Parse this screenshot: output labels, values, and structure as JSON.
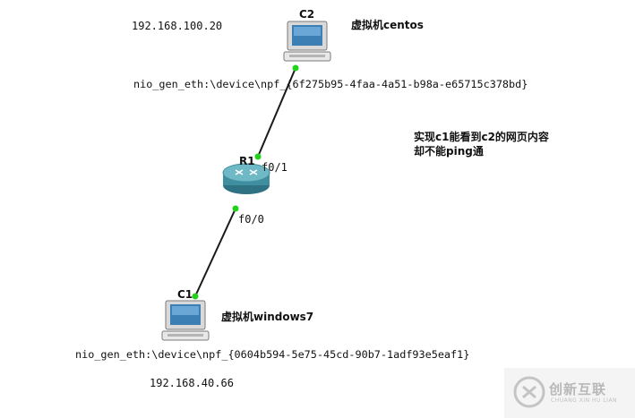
{
  "nodes": {
    "c2": {
      "name": "C2",
      "ip": "192.168.100.20",
      "desc": "虚拟机centos",
      "nio": "nio_gen_eth:\\device\\npf_{6f275b95-4faa-4a51-b98a-e65715c378bd}"
    },
    "r1": {
      "name": "R1",
      "port_up": "f0/1",
      "port_down": "f0/0"
    },
    "c1": {
      "name": "C1",
      "ip": "192.168.40.66",
      "desc": "虚拟机windows7",
      "nio": "nio_gen_eth:\\device\\npf_{0604b594-5e75-45cd-90b7-1adf93e5eaf1}"
    }
  },
  "note": {
    "line1": "实现c1能看到c2的网页内容",
    "line2": "却不能ping通"
  },
  "watermark": {
    "text": "创新互联",
    "sub": "CHUANG XIN HU LIAN"
  },
  "colors": {
    "link": "#1a1a1a",
    "port_dot": "#22d11a",
    "router_body": "#3f8fa0",
    "router_top": "#6fb8c6"
  }
}
